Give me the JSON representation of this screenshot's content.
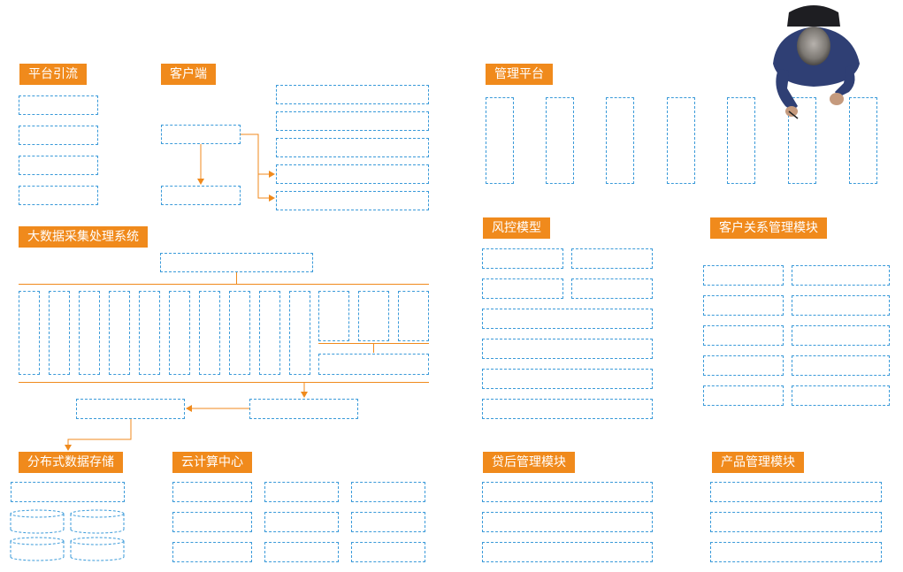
{
  "sections": {
    "platform_traffic": "平台引流",
    "client": "客户端",
    "management_platform": "管理平台",
    "big_data": "大数据采集处理系统",
    "risk_model": "风控模型",
    "crm_module": "客户关系管理模块",
    "distributed_storage": "分布式数据存储",
    "cloud_center": "云计算中心",
    "post_loan": "贷后管理模块",
    "product_module": "产品管理模块"
  },
  "colors": {
    "label_bg": "#f08a1c",
    "box_border": "#3a9ad9",
    "connector": "#f08a1c"
  },
  "photo": "person-at-desk-topdown"
}
